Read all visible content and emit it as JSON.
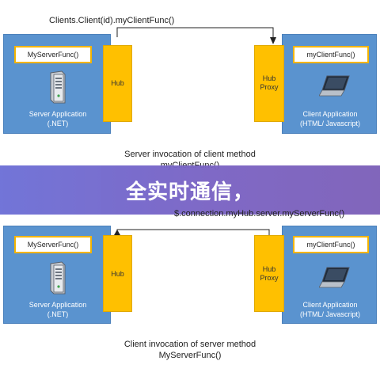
{
  "top": {
    "code": "Clients.Client(id).myClientFunc()",
    "server_func": "MyServerFunc()",
    "server_label_1": "Server Application",
    "server_label_2": "(.NET)",
    "hub": "Hub",
    "proxy_1": "Hub",
    "proxy_2": "Proxy",
    "client_func": "myClientFunc()",
    "client_label_1": "Client Application",
    "client_label_2": "(HTML/ Javascript)",
    "caption_1": "Server invocation of client method",
    "caption_2": "myClientFunc()"
  },
  "banner": {
    "text": "全实时通信，"
  },
  "bottom": {
    "code": "$.connection.myHub.server.myServerFunc()",
    "server_func": "MyServerFunc()",
    "server_label_1": "Server Application",
    "server_label_2": "(.NET)",
    "hub": "Hub",
    "proxy_1": "Hub",
    "proxy_2": "Proxy",
    "client_func": "myClientFunc()",
    "client_label_1": "Client Application",
    "client_label_2": "(HTML/ Javascript)",
    "caption_1": "Client invocation of server method",
    "caption_2": "MyServerFunc()"
  }
}
